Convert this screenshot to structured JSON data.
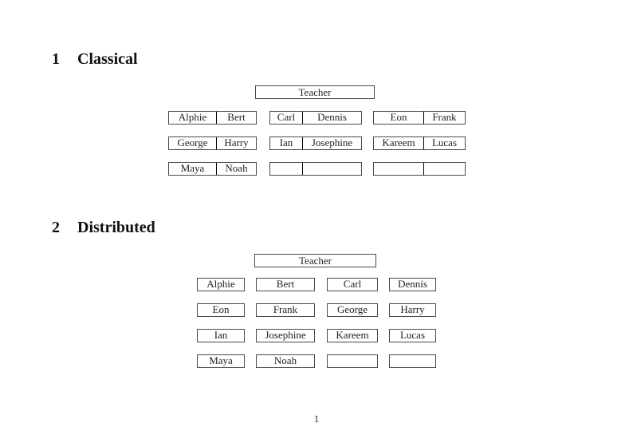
{
  "page": {
    "number": "1"
  },
  "sections": [
    {
      "number": "1",
      "title": "Classical",
      "teacher_label": "Teacher",
      "desk_rows": [
        [
          [
            "Alphie",
            "Bert"
          ],
          [
            "Carl",
            "Dennis"
          ],
          [
            "Eon",
            "Frank"
          ]
        ],
        [
          [
            "George",
            "Harry"
          ],
          [
            "Ian",
            "Josephine"
          ],
          [
            "Kareem",
            "Lucas"
          ]
        ],
        [
          [
            "Maya",
            "Noah"
          ],
          [
            "",
            ""
          ],
          [
            "",
            ""
          ]
        ]
      ]
    },
    {
      "number": "2",
      "title": "Distributed",
      "teacher_label": "Teacher",
      "desk_rows": [
        [
          [
            "Alphie"
          ],
          [
            "Bert"
          ],
          [
            "Carl"
          ],
          [
            "Dennis"
          ]
        ],
        [
          [
            "Eon"
          ],
          [
            "Frank"
          ],
          [
            "George"
          ],
          [
            "Harry"
          ]
        ],
        [
          [
            "Ian"
          ],
          [
            "Josephine"
          ],
          [
            "Kareem"
          ],
          [
            "Lucas"
          ]
        ],
        [
          [
            "Maya"
          ],
          [
            "Noah"
          ],
          [
            ""
          ],
          [
            ""
          ]
        ]
      ]
    }
  ]
}
